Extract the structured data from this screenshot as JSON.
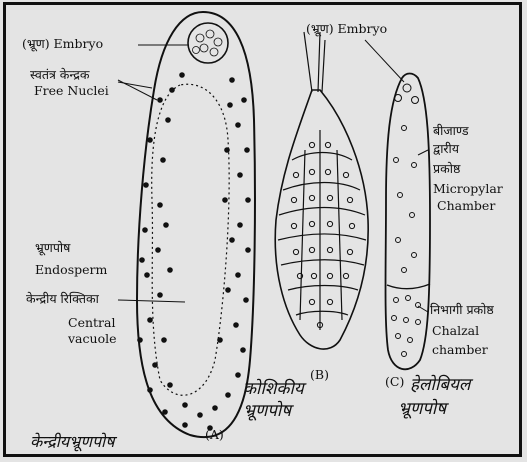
{
  "labels": {
    "a_embryo": "(भ्रूण) Embryo",
    "a_free_nuclei_hi": "स्वतंत्र केन्द्रक",
    "a_free_nuclei_en": "Free Nuclei",
    "a_endosperm_hi": "भ्रूणपोष",
    "a_endosperm_en": "Endosperm",
    "a_central_vacuole_hi": "केन्द्रीय रिक्तिका",
    "a_central_vacuole_en_1": "Central",
    "a_central_vacuole_en_2": "vacuole",
    "a_letter": "(A)",
    "a_caption": "केन्द्रीयभ्रूणपोष",
    "b_letter": "(B)",
    "b_caption_1": "कोशिकीय",
    "b_caption_2": "भ्रूणपोष",
    "c_embryo": "(भ्रूण) Embryo",
    "c_micropylar_hi_1": "बीजाण्ड",
    "c_micropylar_hi_2": "द्वारीय",
    "c_micropylar_hi_3": "प्रकोष्ठ",
    "c_micropylar_en_1": "Micropylar",
    "c_micropylar_en_2": "Chamber",
    "c_chalzal_hi": "निभागी प्रकोष्ठ",
    "c_chalzal_en_1": "Chalzal",
    "c_chalzal_en_2": "chamber",
    "c_letter": "(C)",
    "c_caption_1": "हेलोबियल",
    "c_caption_2": "भ्रूणपोष"
  },
  "colors": {
    "ink": "#111111",
    "paper": "#e4e4e4"
  }
}
